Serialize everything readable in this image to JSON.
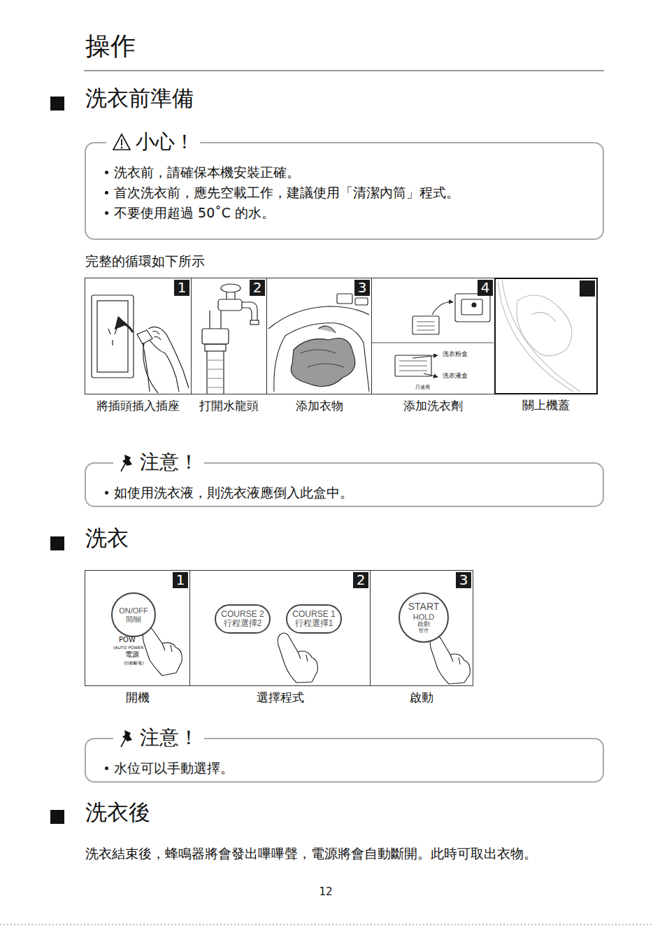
{
  "diagram": {
    "title": "操作",
    "nodes": [
      {
        "text": [
          "小心！",
          "洗衣前，請確保本機安裝正確。",
          "首次洗衣前，應先空載工作，建議使用「清潔內筒」程式。",
          "不要使用超過 50˚C 的水。"
        ]
      },
      {
        "text": [
          "1",
          "將插頭插入插座"
        ]
      },
      {
        "text": [
          "2",
          "打開水龍頭"
        ]
      },
      {
        "text": [
          "3",
          "添加衣物"
        ]
      },
      {
        "text": [
          "4",
          "添加洗衣劑"
        ]
      },
      {
        "text": [
          "關上機蓋"
        ]
      },
      {
        "text": [
          "注意！",
          "如使用洗衣液，則洗衣液應倒入此盒中。"
        ]
      },
      {
        "text": [
          "1",
          "開機"
        ]
      },
      {
        "text": [
          "2",
          "選擇程式"
        ]
      },
      {
        "text": [
          "3",
          "啟動"
        ]
      },
      {
        "text": [
          "ON/OFF",
          "開/關"
        ],
        "in": 7
      },
      {
        "text": [
          "COURSE 2",
          "行程選擇2"
        ],
        "in": 8
      },
      {
        "text": [
          "COURSE 1",
          "行程選擇1"
        ],
        "in": 8
      },
      {
        "text": [
          "START",
          "HOLD",
          "啟動",
          "暫停"
        ],
        "in": 9
      },
      {
        "text": [
          "注意！",
          "水位可以手動選擇。"
        ]
      }
    ],
    "labels": [
      "洗衣前準備",
      "完整的循環如下所示",
      "洗衣粉盒",
      "洗衣液盒",
      "只適用",
      "洗衣",
      "POW",
      "(AUTO POWER",
      "電源",
      "(自動斷電)",
      "洗衣後",
      "洗衣結束後，蜂鳴器將會發出嗶嗶聲，電源將會自動斷開。此時可取出衣物。",
      "12"
    ]
  }
}
